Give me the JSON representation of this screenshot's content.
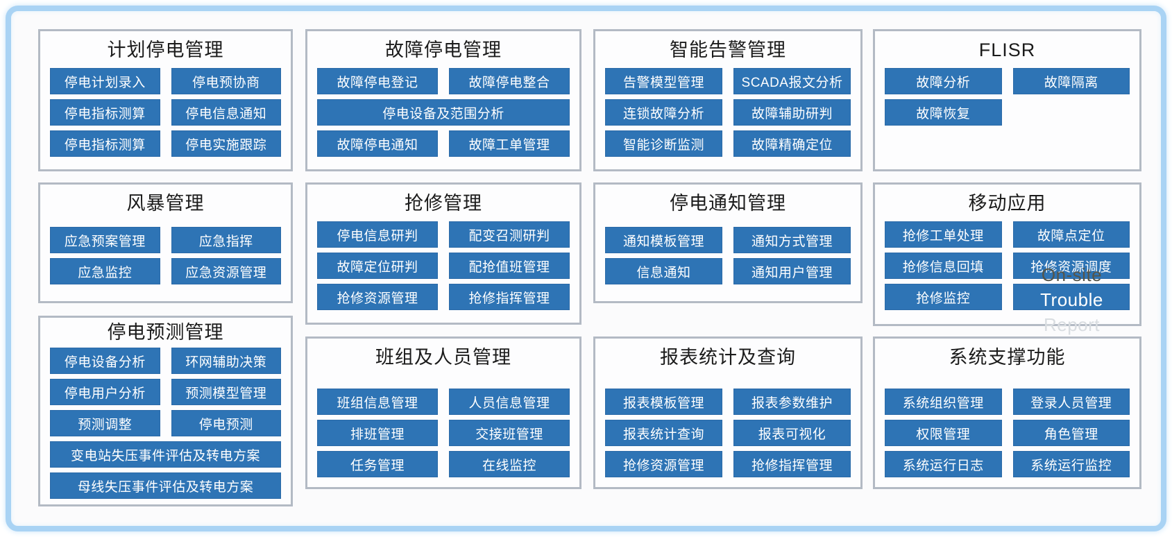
{
  "diagram": {
    "colors": {
      "button_bg": "#2e74b5",
      "button_border": "#2b6aa8",
      "button_text": "#ffffff",
      "panel_border": "#b3bac4",
      "frame_border": "#a9d3f4",
      "title_text": "#1b1b1b"
    },
    "overlay": {
      "lines": [
        {
          "text": "On-site",
          "color": "#55554a"
        },
        {
          "text": "Trouble",
          "color": "#ffffff"
        },
        {
          "text": "Report",
          "color": "#d9dde1"
        }
      ]
    },
    "panels": [
      {
        "id": "planned-outage-management",
        "title": "计划停电管理",
        "buttons": [
          {
            "label": "停电计划录入"
          },
          {
            "label": "停电预协商"
          },
          {
            "label": "停电指标测算"
          },
          {
            "label": "停电信息通知"
          },
          {
            "label": "停电指标测算"
          },
          {
            "label": "停电实施跟踪"
          }
        ]
      },
      {
        "id": "fault-outage-management",
        "title": "故障停电管理",
        "buttons": [
          {
            "label": "故障停电登记"
          },
          {
            "label": "故障停电整合"
          },
          {
            "label": "停电设备及范围分析",
            "span": 2
          },
          {
            "label": "故障停电通知"
          },
          {
            "label": "故障工单管理"
          }
        ]
      },
      {
        "id": "intelligent-alarm-management",
        "title": "智能告警管理",
        "buttons": [
          {
            "label": "告警模型管理"
          },
          {
            "label": "SCADA报文分析"
          },
          {
            "label": "连锁故障分析"
          },
          {
            "label": "故障辅助研判"
          },
          {
            "label": "智能诊断监测"
          },
          {
            "label": "故障精确定位"
          }
        ]
      },
      {
        "id": "flisr",
        "title": "FLISR",
        "buttons": [
          {
            "label": "故障分析"
          },
          {
            "label": "故障隔离"
          },
          {
            "label": "故障恢复"
          }
        ]
      },
      {
        "id": "storm-management",
        "title": "风暴管理",
        "buttons": [
          {
            "label": "应急预案管理"
          },
          {
            "label": "应急指挥"
          },
          {
            "label": "应急监控"
          },
          {
            "label": "应急资源管理"
          }
        ]
      },
      {
        "id": "repair-management",
        "title": "抢修管理",
        "buttons": [
          {
            "label": "停电信息研判"
          },
          {
            "label": "配变召测研判"
          },
          {
            "label": "故障定位研判"
          },
          {
            "label": "配抢值班管理"
          },
          {
            "label": "抢修资源管理"
          },
          {
            "label": "抢修指挥管理"
          }
        ]
      },
      {
        "id": "outage-notification-management",
        "title": "停电通知管理",
        "buttons": [
          {
            "label": "通知模板管理"
          },
          {
            "label": "通知方式管理"
          },
          {
            "label": "信息通知"
          },
          {
            "label": "通知用户管理"
          }
        ]
      },
      {
        "id": "mobile-application",
        "title": "移动应用",
        "buttons": [
          {
            "label": "抢修工单处理"
          },
          {
            "label": "故障点定位"
          },
          {
            "label": "抢修信息回填"
          },
          {
            "label": "抢修资源调度"
          },
          {
            "label": "抢修监控"
          },
          {
            "label": ""
          }
        ]
      },
      {
        "id": "outage-forecast-management",
        "title": "停电预测管理",
        "buttons": [
          {
            "label": "停电设备分析"
          },
          {
            "label": "环网辅助决策"
          },
          {
            "label": "停电用户分析"
          },
          {
            "label": "预测模型管理"
          },
          {
            "label": "预测调整"
          },
          {
            "label": "停电预测"
          },
          {
            "label": "变电站失压事件评估及转电方案",
            "span": 2
          },
          {
            "label": "母线失压事件评估及转电方案",
            "span": 2
          }
        ]
      },
      {
        "id": "team-personnel-management",
        "title": "班组及人员管理",
        "buttons": [
          {
            "label": "班组信息管理"
          },
          {
            "label": "人员信息管理"
          },
          {
            "label": "排班管理"
          },
          {
            "label": "交接班管理"
          },
          {
            "label": "任务管理"
          },
          {
            "label": "在线监控"
          }
        ]
      },
      {
        "id": "report-statistics-query",
        "title": "报表统计及查询",
        "buttons": [
          {
            "label": "报表模板管理"
          },
          {
            "label": "报表参数维护"
          },
          {
            "label": "报表统计查询"
          },
          {
            "label": "报表可视化"
          },
          {
            "label": "抢修资源管理"
          },
          {
            "label": "抢修指挥管理"
          }
        ]
      },
      {
        "id": "system-support-functions",
        "title": "系统支撑功能",
        "buttons": [
          {
            "label": "系统组织管理"
          },
          {
            "label": "登录人员管理"
          },
          {
            "label": "权限管理"
          },
          {
            "label": "角色管理"
          },
          {
            "label": "系统运行日志"
          },
          {
            "label": "系统运行监控"
          }
        ]
      }
    ]
  }
}
